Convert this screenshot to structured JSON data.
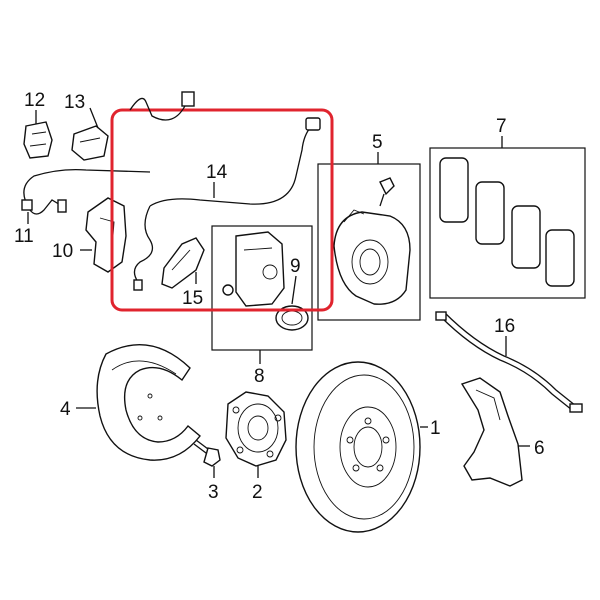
{
  "callouts": {
    "c1": "1",
    "c2": "2",
    "c3": "3",
    "c4": "4",
    "c5": "5",
    "c6": "6",
    "c7": "7",
    "c8": "8",
    "c9": "9",
    "c10": "10",
    "c11": "11",
    "c12": "12",
    "c13": "13",
    "c14": "14",
    "c15": "15",
    "c16": "16"
  },
  "colors": {
    "highlight": "#e0242e",
    "line": "#111111"
  }
}
